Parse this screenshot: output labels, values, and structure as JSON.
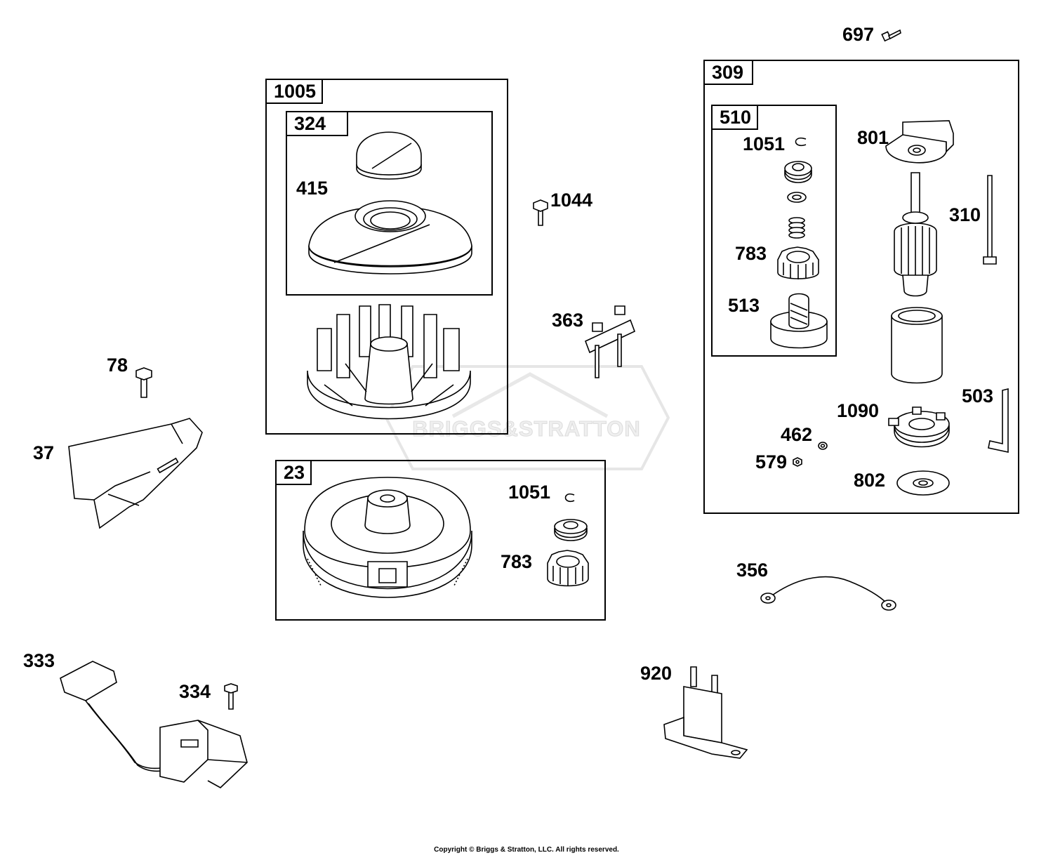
{
  "watermark": "BRIGGS&STRATTON",
  "copyright": "Copyright © Briggs & Stratton, LLC. All rights reserved.",
  "groups": {
    "g1005": "1005",
    "g324": "324",
    "g23": "23",
    "g309": "309",
    "g510": "510"
  },
  "labels": {
    "p697": "697",
    "p415": "415",
    "p1044": "1044",
    "p363": "363",
    "p78": "78",
    "p37": "37",
    "p1051a": "1051",
    "p783a": "783",
    "p1051b": "1051",
    "p783b": "783",
    "p513": "513",
    "p801": "801",
    "p310": "310",
    "p503": "503",
    "p1090": "1090",
    "p462": "462",
    "p579": "579",
    "p802": "802",
    "p356": "356",
    "p333": "333",
    "p334": "334",
    "p920": "920"
  }
}
